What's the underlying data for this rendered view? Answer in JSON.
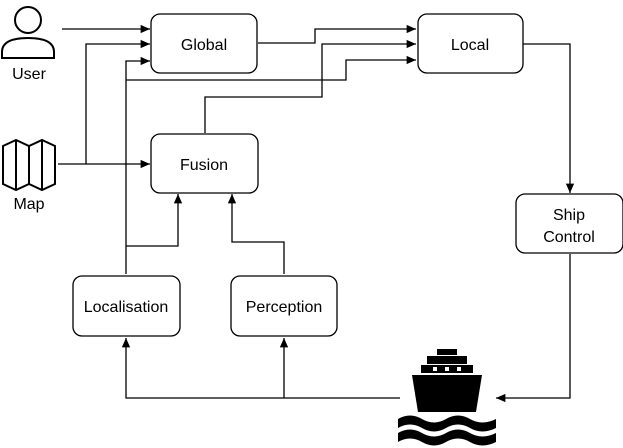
{
  "nodes": {
    "user": "User",
    "map": "Map",
    "global": "Global",
    "local": "Local",
    "fusion": "Fusion",
    "ship_control_line1": "Ship",
    "ship_control_line2": "Control",
    "localisation": "Localisation",
    "perception": "Perception"
  },
  "icons": {
    "user": "user-icon",
    "map": "map-icon",
    "ship": "ship-icon"
  },
  "edges": [
    {
      "from": "user",
      "to": "global"
    },
    {
      "from": "map",
      "to": "global"
    },
    {
      "from": "map",
      "to": "fusion"
    },
    {
      "from": "global",
      "to": "local"
    },
    {
      "from": "fusion",
      "to": "local"
    },
    {
      "from": "localisation",
      "to": "global"
    },
    {
      "from": "localisation",
      "to": "fusion"
    },
    {
      "from": "localisation",
      "to": "local"
    },
    {
      "from": "perception",
      "to": "fusion"
    },
    {
      "from": "local",
      "to": "ship_control"
    },
    {
      "from": "ship_control",
      "to": "ship"
    },
    {
      "from": "ship",
      "to": "localisation"
    },
    {
      "from": "ship",
      "to": "perception"
    }
  ]
}
